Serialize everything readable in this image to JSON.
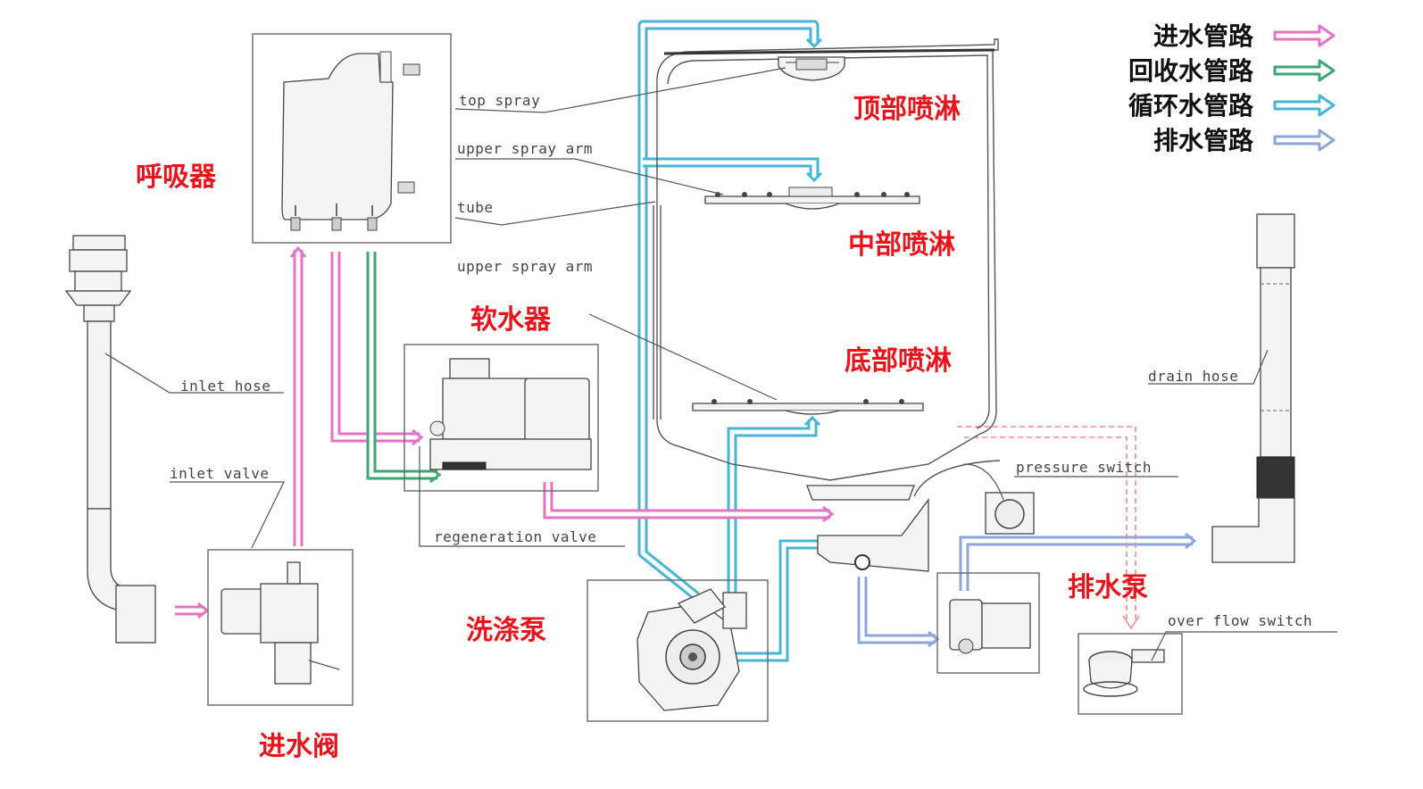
{
  "colors": {
    "inlet": "#e573c4",
    "recovery": "#3aa870",
    "circulation": "#46b6d4",
    "drain": "#8ea6da",
    "label_red": "#e8141c"
  },
  "legend": [
    {
      "key": "inlet",
      "label": "进水管路"
    },
    {
      "key": "recovery",
      "label": "回收水管路"
    },
    {
      "key": "circulation",
      "label": "循环水管路"
    },
    {
      "key": "drain",
      "label": "排水管路"
    }
  ],
  "component_labels": {
    "breather": "呼吸器",
    "inlet_valve": "进水阀",
    "softener": "软水器",
    "wash_pump": "洗涤泵",
    "top_spray": "顶部喷淋",
    "middle_spray": "中部喷淋",
    "bottom_spray": "底部喷淋",
    "drain_pump": "排水泵"
  },
  "part_labels": {
    "top_spray": "top spray",
    "upper_spray_arm_1": "upper spray arm",
    "tube": "tube",
    "upper_spray_arm_2": "upper spray arm",
    "inlet_hose": "inlet hose",
    "inlet_valve": "inlet valve",
    "regeneration_valve": "regeneration valve",
    "pressure_switch": "pressure switch",
    "drain_hose": "drain hose",
    "over_flow_switch": "over flow switch"
  }
}
